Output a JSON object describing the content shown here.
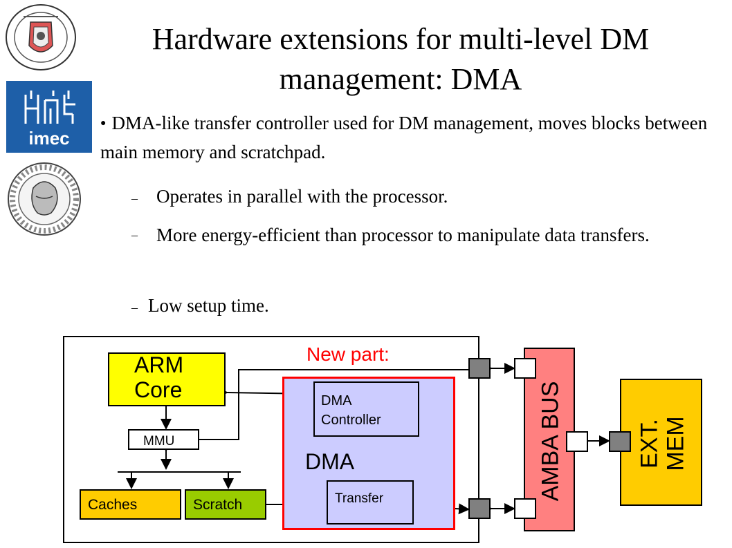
{
  "title": {
    "line1": "Hardware extensions for multi-level DM",
    "line2": "management: DMA"
  },
  "bullets": {
    "main": "DMA-like transfer controller used for DM management, moves blocks between main memory and scratchpad.",
    "sub": [
      "Operates in parallel with the processor.",
      "More energy-efficient than processor to manipulate data transfers.",
      "Low setup time."
    ]
  },
  "logos": {
    "ucm": "university-seal",
    "imec": "imec",
    "greek": "university-seal-greek"
  },
  "diagram": {
    "new_part": "New part:",
    "arm_core": "ARM\nCore",
    "mmu": "MMU",
    "caches": "Caches",
    "scratch": "Scratch",
    "dma_controller": "DMA\nController",
    "dma": "DMA",
    "transfer": "Transfer",
    "amba_bus": "AMBA BUS",
    "ext_mem": "EXT.\nMEM"
  },
  "colors": {
    "arm_core": "#ffff00",
    "caches": "#ffcc00",
    "scratch": "#99cc00",
    "dma_region": "#ccccff",
    "dma_border": "#ff0000",
    "amba_bus": "#ff8080",
    "ext_mem": "#ffcc00",
    "new_part_text": "#ff0000",
    "imec_bg": "#1e5fa8"
  }
}
